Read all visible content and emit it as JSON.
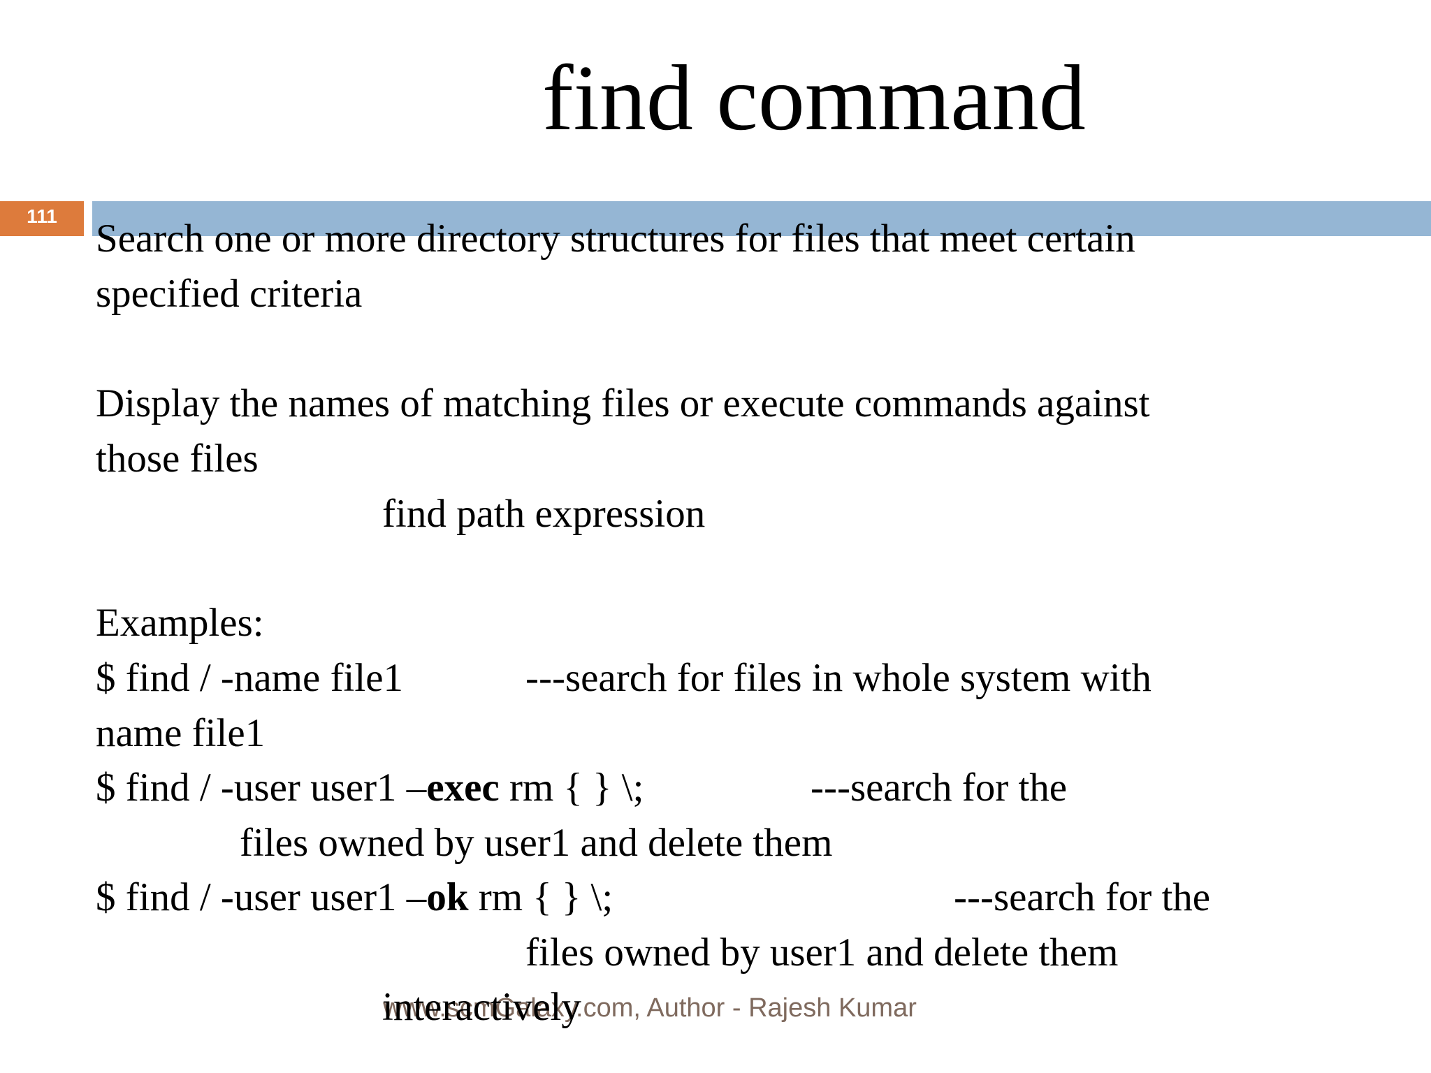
{
  "slide": {
    "title": "find command",
    "number": "111",
    "colors": {
      "accent_bar": "#95b6d4",
      "number_box": "#dd7b3c",
      "footer_text": "#7f6a5e"
    }
  },
  "body": {
    "para1_line1": "Search one or more directory structures for files that meet certain",
    "para1_line2": "specified criteria",
    "para2_line1": "Display the names of matching files or execute commands against",
    "para2_line2": "those files",
    "syntax": "find path expression",
    "examples_heading": "Examples:",
    "ex1_cmd": "$ find / -name file1",
    "ex1_desc": "---search for files in whole system with",
    "ex1_cont": "name file1",
    "ex2_pre": "$ find / -user user1 –",
    "ex2_bold": "exec",
    "ex2_post": " rm { } \\;",
    "ex2_desc": "---search for the",
    "ex2_cont": "files owned by user1 and delete them",
    "ex3_pre": "$ find / -user user1 –",
    "ex3_bold": "ok",
    "ex3_post": " rm { } \\;",
    "ex3_desc": "---search for the",
    "ex3_cont1": "files owned by user1 and delete them",
    "ex3_cont2": "interactively"
  },
  "footer": {
    "text": "www.scmGalaxy.com,  Author - Rajesh Kumar"
  }
}
